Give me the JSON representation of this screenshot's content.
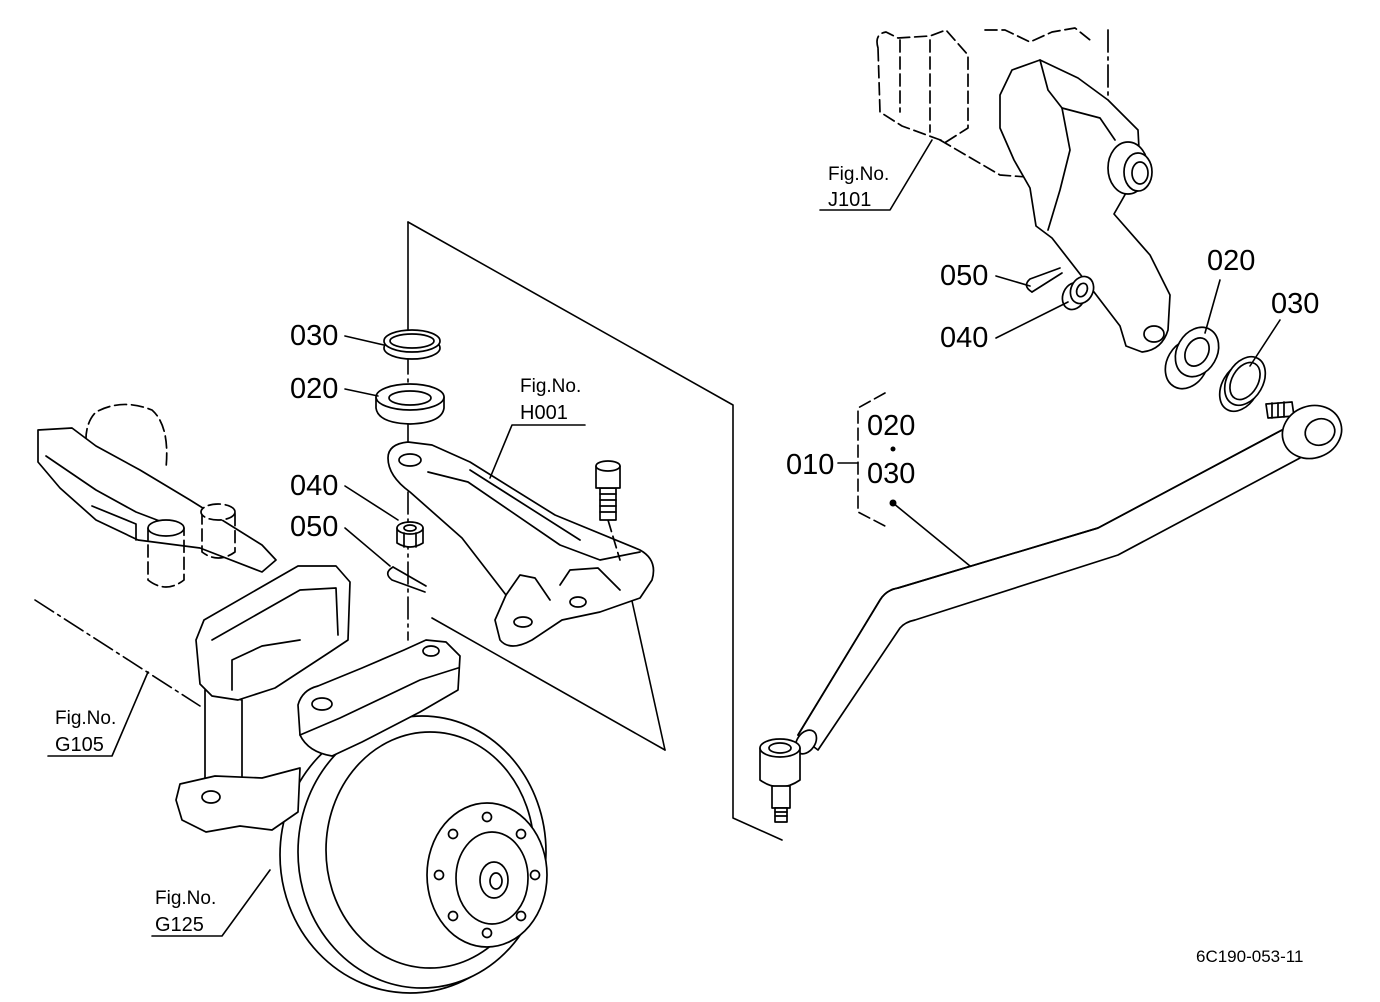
{
  "figure_refs": {
    "j101": {
      "caption": "Fig.No.",
      "number": "J101"
    },
    "h001": {
      "caption": "Fig.No.",
      "number": "H001"
    },
    "g105": {
      "caption": "Fig.No.",
      "number": "G105"
    },
    "g125": {
      "caption": "Fig.No.",
      "number": "G125"
    }
  },
  "left_callouts": [
    "030",
    "020",
    "040",
    "050"
  ],
  "right_callouts": [
    "050",
    "040",
    "020",
    "030"
  ],
  "assembly": {
    "part": "010",
    "includes": [
      "020",
      "030"
    ]
  },
  "drawing_code": "6C190-053-11"
}
